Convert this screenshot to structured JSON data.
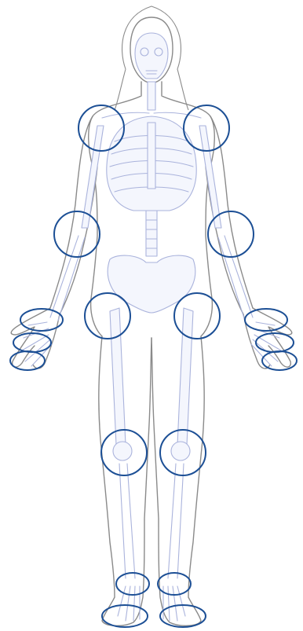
{
  "figure": {
    "joint_ring_color": "#1c4f95",
    "skeleton_color": "#aab3dc",
    "outline_color": "#8a8a8a"
  },
  "joints": [
    {
      "id": "shoulder-right"
    },
    {
      "id": "shoulder-left"
    },
    {
      "id": "elbow-right"
    },
    {
      "id": "elbow-left"
    },
    {
      "id": "wrist-right"
    },
    {
      "id": "wrist-left"
    },
    {
      "id": "knuckles-right"
    },
    {
      "id": "knuckles-left"
    },
    {
      "id": "fingers-right"
    },
    {
      "id": "fingers-left"
    },
    {
      "id": "hip-right"
    },
    {
      "id": "hip-left"
    },
    {
      "id": "knee-right"
    },
    {
      "id": "knee-left"
    },
    {
      "id": "ankle-right"
    },
    {
      "id": "ankle-left"
    },
    {
      "id": "toes-right"
    },
    {
      "id": "toes-left"
    }
  ]
}
